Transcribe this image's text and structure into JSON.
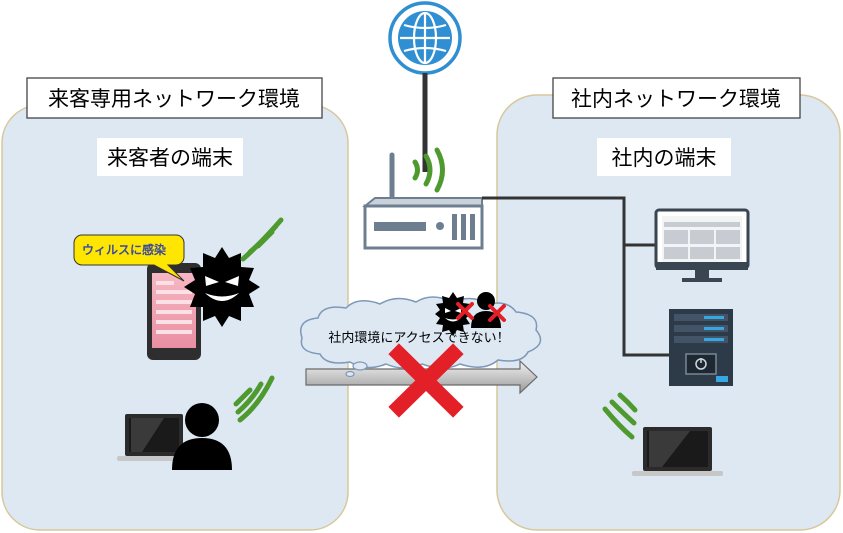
{
  "left_zone": {
    "title": "来客専用ネットワーク環境",
    "subtitle": "来客者の端末",
    "bubble_text": "ウィルスに感染"
  },
  "right_zone": {
    "title": "社内ネットワーク環境",
    "subtitle": "社内の端末"
  },
  "blocked_cloud_text": "社内環境にアクセスできない！",
  "colors": {
    "zone_fill": "#dde8f3",
    "zone_border": "#d8c79a",
    "wifi_green": "#4f9a2f",
    "block_red": "#e32027",
    "bubble_yellow": "#ffe600",
    "globe_blue": "#2f8fd2"
  },
  "icons": [
    "globe-icon",
    "router-icon",
    "virus-icon",
    "person-icon",
    "smartphone-icon",
    "laptop-icon",
    "monitor-icon",
    "server-icon",
    "wifi-icon",
    "cross-icon",
    "arrow-icon"
  ]
}
